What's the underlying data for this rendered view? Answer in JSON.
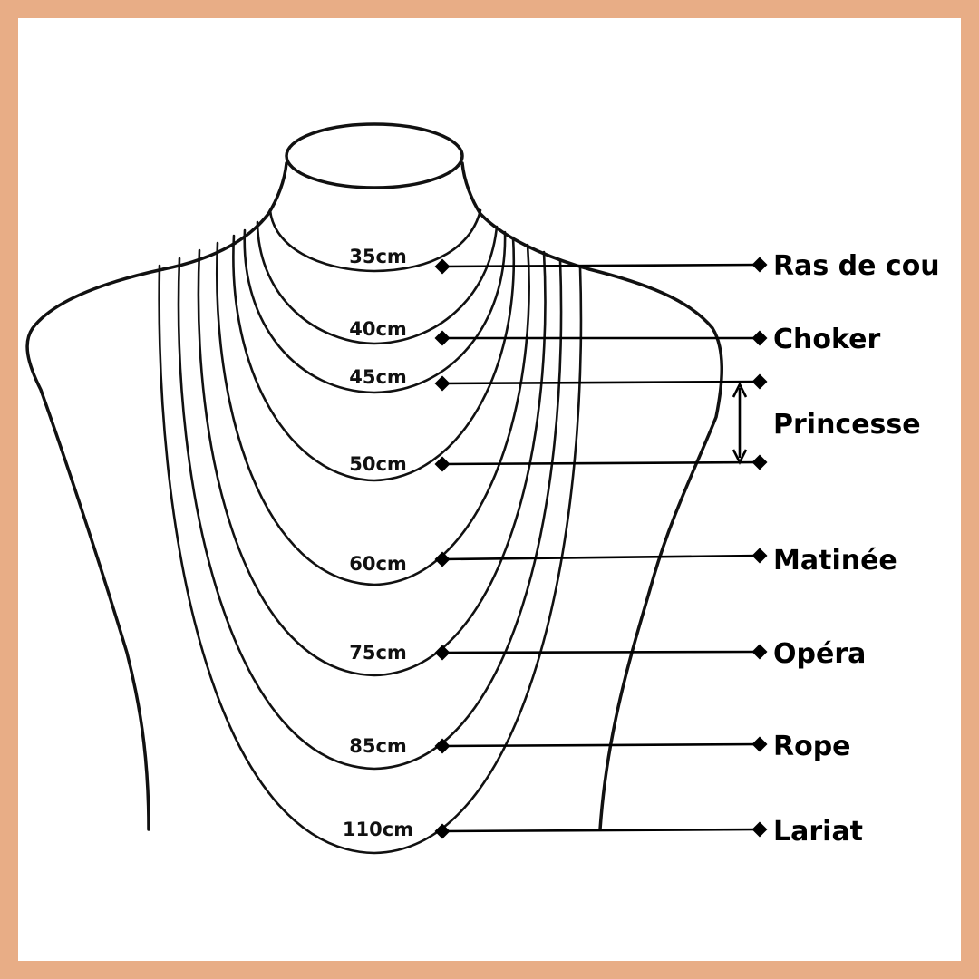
{
  "colors": {
    "border": "#e8ad86",
    "background": "#ffffff",
    "ink": "#111111"
  },
  "lengths": [
    {
      "length": "35cm",
      "type": "Ras de cou"
    },
    {
      "length": "40cm",
      "type": "Choker"
    },
    {
      "length": "45cm",
      "type": "Princesse"
    },
    {
      "length": "50cm",
      "type": ""
    },
    {
      "length": "60cm",
      "type": "Matinée"
    },
    {
      "length": "75cm",
      "type": "Opéra"
    },
    {
      "length": "85cm",
      "type": "Rope"
    },
    {
      "length": "110cm",
      "type": "Lariat"
    }
  ]
}
